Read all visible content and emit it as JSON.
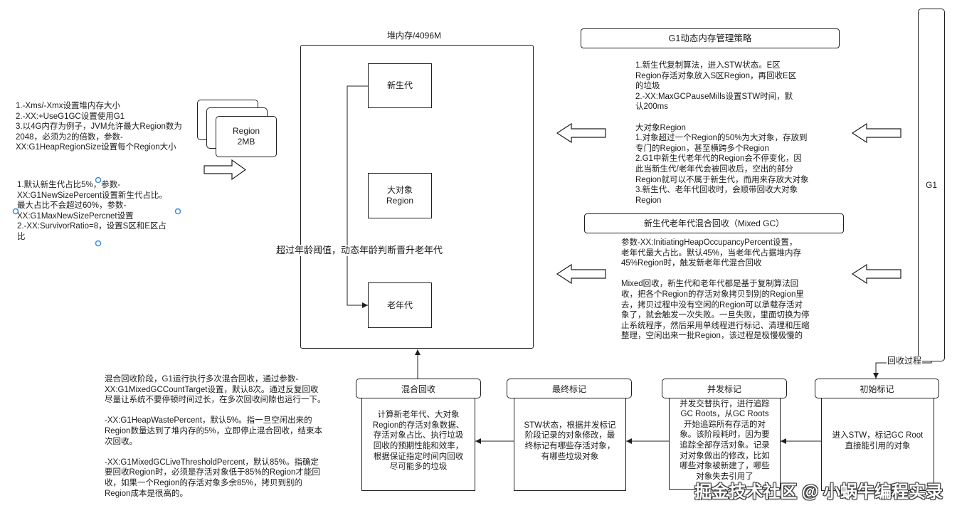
{
  "notes": {
    "heap_settings": [
      "1.-Xms/-Xmx设置堆内存大小",
      "2.-XX:+UseG1GC设置使用G1",
      "3.以4G内存为例子，JVM允许最大Region数为",
      "2048，必须为2的倍数，参数-",
      "XX:G1HeapRegionSize设置每个Region大小"
    ],
    "young_gen_settings": [
      "1.默认新生代占比5%，参数-",
      "XX:G1NewSizePercent设置新生代占比。",
      "最大占比不会超过60%，参数-",
      "XX:G1MaxNewSizePercnet设置",
      "2.-XX:SurvivorRatio=8，设置S区和E区占",
      "比"
    ]
  },
  "region_card": {
    "name": "Region",
    "size": "2MB"
  },
  "heap": {
    "title": "堆内存/4096M",
    "young_gen": "新生代",
    "humongous": [
      "大对象",
      "Region"
    ],
    "old_gen": "老年代",
    "promotion_label": "超过年龄阈值，动态年龄判断晋升老年代"
  },
  "strategy": {
    "title": "G1动态内存管理策略",
    "young_gc": [
      "1.新生代复制算法，进入STW状态。E区",
      "Region存活对象放入S区Region，再回收E区",
      "的垃圾",
      "2.-XX:MaxGCPauseMills设置STW时间，默",
      "认200ms"
    ],
    "humongous": [
      "大对象Region",
      "1.对象超过一个Region的50%为大对象，存放到",
      "专门的Region，甚至横跨多个Region",
      "2.G1中新生代老年代的Region会不停变化，因",
      "此当新生代/老年代会被回收后，空出的部分",
      "Region就可以不属于新生代，而用来存放大对象",
      "3.新生代、老年代回收时，会顺带回收大对象",
      "Region"
    ]
  },
  "mixed_gc": {
    "title": "新生代老年代混合回收（Mixed GC）",
    "trigger": [
      "参数-XX:InitiatingHeapOccupancyPercent设置，",
      "老年代最大占比。默认45%，当老年代占据堆内存",
      "45%Region时，触发新老年代混合回收"
    ],
    "process": [
      "Mixed回收，新生代和老年代都是基于复制算法回",
      "收，把各个Region的存活对象拷贝到别的Region里",
      "去，拷贝过程中没有空闲的Region可以承载存活对",
      "象了，就会触发一次失败。一旦失败，里面切换为停",
      "止系统程序，然后采用单线程进行标记、清理和压缩",
      "整理，空闲出来一批Region，该过程是极慢极慢的"
    ]
  },
  "g1": {
    "label": "G1",
    "process_label": "回收过程"
  },
  "phases": {
    "initial_mark": {
      "title": "初始标记",
      "lines": [
        "进入STW，标记GC Root",
        "直接能引用的对象"
      ]
    },
    "concurrent_mark": {
      "title": "并发标记",
      "lines": [
        "并发交替执行，进行追踪",
        "GC Roots，从GC Roots",
        "开始追踪所有存活的对",
        "象。该阶段耗时，因为要",
        "追踪全部存活对象。记录",
        "对对象做出的修改，比如",
        "哪些对象被新建了，哪些",
        "对象失去引用了"
      ]
    },
    "remark": {
      "title": "最终标记",
      "lines": [
        "STW状态，根据并发标记",
        "阶段记录的对象修改，最",
        "终标记有哪些存活对象，",
        "有哪些垃圾对象"
      ]
    },
    "mixed_collection": {
      "title": "混合回收",
      "lines": [
        "计算新老年代、大对象",
        "Region的存活对象数据、",
        "存活对象占比、执行垃圾",
        "回收的预期性能和效率，",
        "根据保证指定时间内回收",
        "尽可能多的垃圾"
      ]
    }
  },
  "mixed_params": {
    "count_target": [
      "混合回收阶段，G1运行执行多次混合回收，通过参数-",
      "XX:G1MixedGCCountTarget设置，默认8次。通过反复回收",
      "尽量让系统不要停顿时间过长，在多次回收间隙也运行一下。"
    ],
    "heap_waste": [
      "-XX:G1HeapWastePercent，默认5%。指一旦空闲出来的",
      "Region数量达到了堆内存的5%，立即停止混合回收，结束本",
      "次回收。"
    ],
    "live_threshold": [
      "-XX:G1MixedGCLiveThresholdPercent，默认85%。指确定",
      "要回收Region时，必须是存活对象低于85%的Region才能回",
      "收，如果一个Region的存活对象多余85%，拷贝到别的",
      "Region成本是很高的。"
    ]
  },
  "watermark": "掘金技术社区 @ 小蜗牛编程实录"
}
